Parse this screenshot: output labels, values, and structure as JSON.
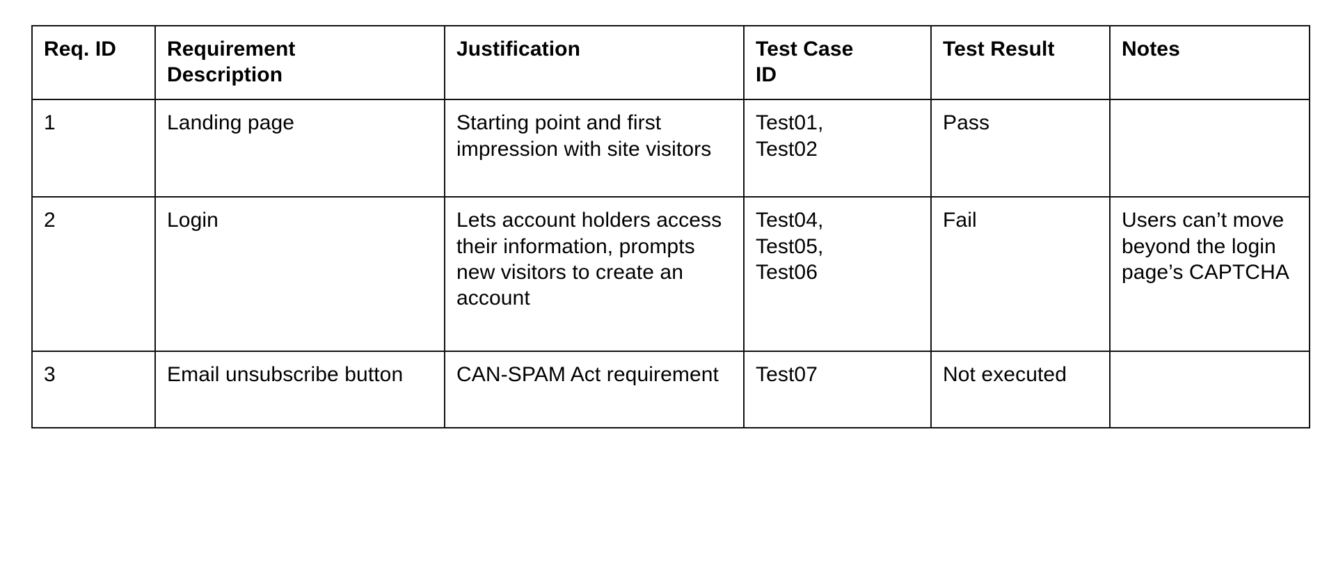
{
  "table": {
    "columns": [
      {
        "key": "req_id",
        "label": "Req. ID"
      },
      {
        "key": "description",
        "label": "Requirement\nDescription"
      },
      {
        "key": "justification",
        "label": "Justification"
      },
      {
        "key": "test_case_id",
        "label": "Test Case\nID"
      },
      {
        "key": "test_result",
        "label": "Test Result"
      },
      {
        "key": "notes",
        "label": "Notes"
      }
    ],
    "rows": [
      {
        "req_id": "1",
        "description": "Landing page",
        "justification": "Starting point and first impression with site visitors",
        "test_case_id": "Test01,\nTest02",
        "test_result": "Pass",
        "notes": ""
      },
      {
        "req_id": "2",
        "description": "Login",
        "justification": "Lets account holders access their information, prompts new visitors to create an account",
        "test_case_id": "Test04,\nTest05,\nTest06",
        "test_result": "Fail",
        "notes": "Users can’t move beyond the login page’s CAPTCHA"
      },
      {
        "req_id": "3",
        "description": "Email unsubscribe button",
        "justification": "CAN-SPAM Act requirement",
        "test_case_id": "Test07",
        "test_result": "Not executed",
        "notes": ""
      }
    ]
  },
  "colors": {
    "border": "#111111",
    "background": "#ffffff",
    "text": "#000000"
  }
}
